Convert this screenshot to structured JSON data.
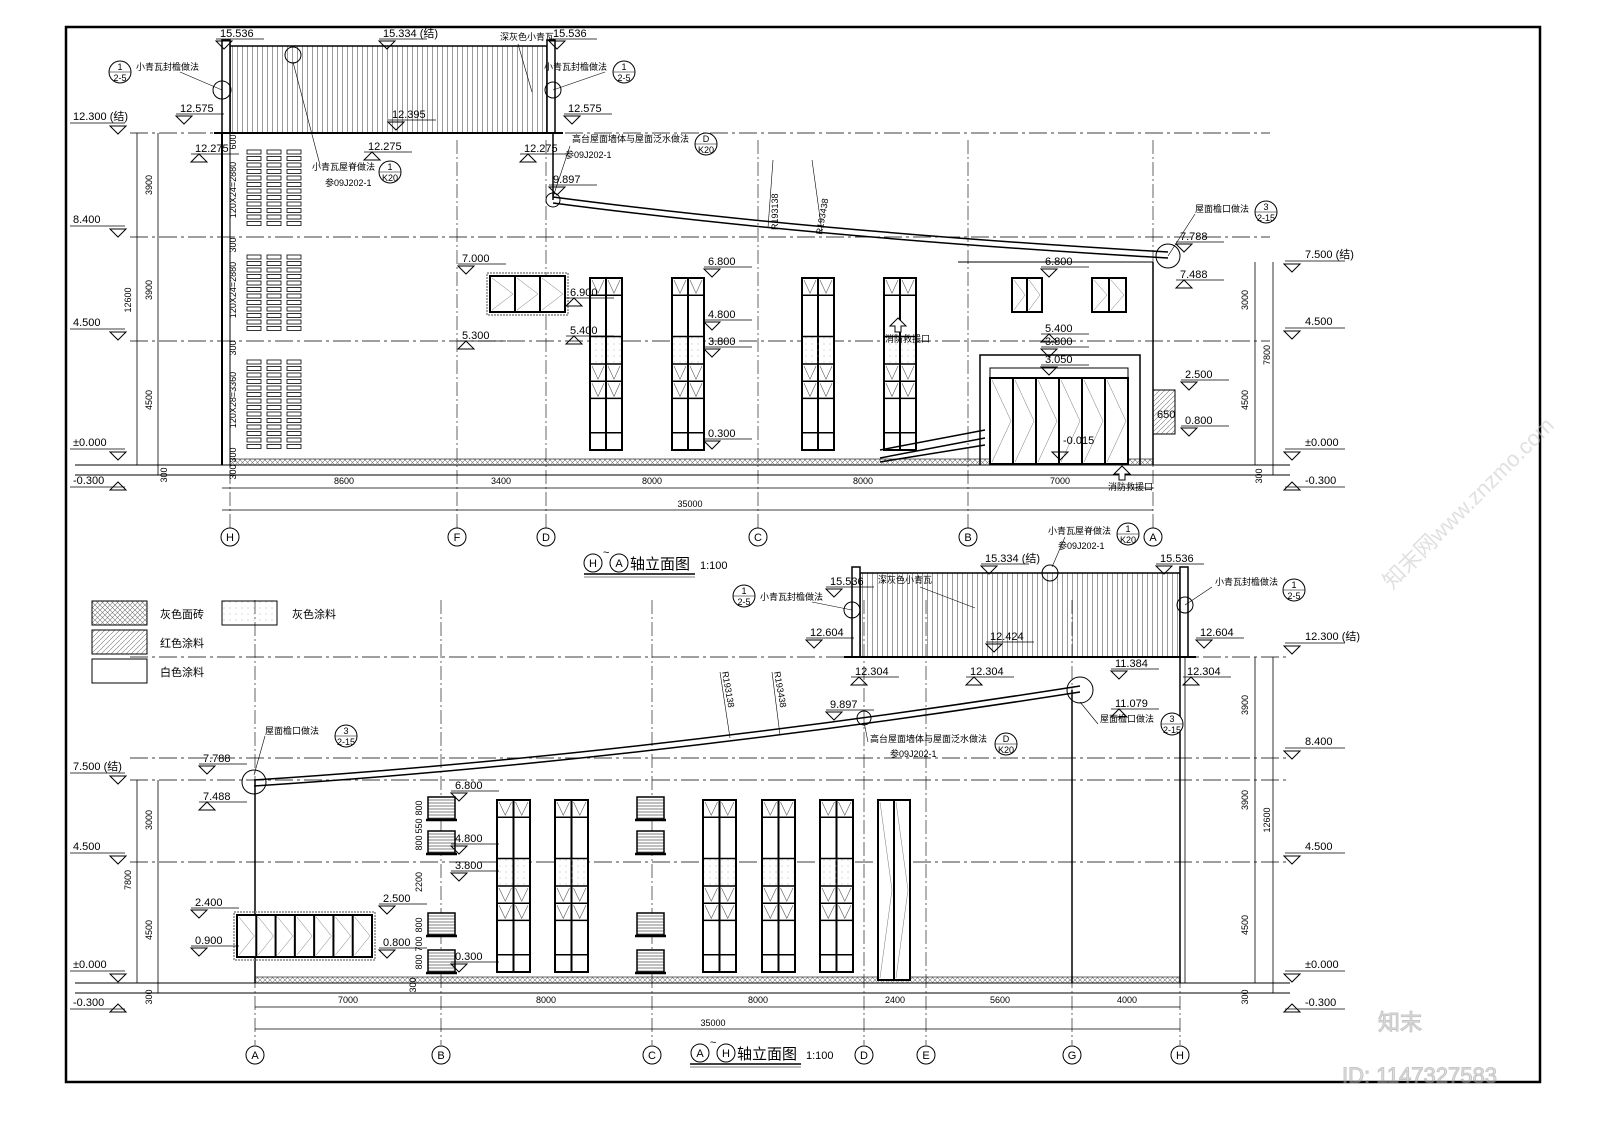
{
  "sheet": {
    "line_color": "#000000",
    "background": "#ffffff",
    "watermark_color": "#c8c8c8"
  },
  "legend": [
    {
      "label": "灰色面砖",
      "pattern": "cross-hatch"
    },
    {
      "label": "灰色涂料",
      "pattern": "dots"
    },
    {
      "label": "红色涂料",
      "pattern": "diagonal"
    },
    {
      "label": "白色涂料",
      "pattern": "blank"
    }
  ],
  "top_elevation": {
    "title_axes": [
      "H",
      "A"
    ],
    "title": "轴立面图",
    "scale": "1:100",
    "axes": [
      "H",
      "F",
      "D",
      "C",
      "B",
      "A"
    ],
    "bay_dims": [
      "8600",
      "3400",
      "8000",
      "8000",
      "7000"
    ],
    "total_dim": "35000",
    "levels_left": [
      "12.300 (结)",
      "8.400",
      "4.500",
      "±0.000",
      "-0.300"
    ],
    "levels_right": [
      "7.500 (结)",
      "4.500",
      "±0.000",
      "-0.300"
    ],
    "dims_left": [
      "3900",
      "3900",
      "4500",
      "12600",
      "300"
    ],
    "dims_right": [
      "3000",
      "4500",
      "7800",
      "300"
    ],
    "tile_dims": [
      "600",
      "120X24=2880",
      "300",
      "120X24=2880",
      "300",
      "120X28=3360",
      "300",
      "300"
    ],
    "elevation_marks": [
      "15.536",
      "15.334 (结)",
      "15.536",
      "12.575",
      "12.395",
      "12.575",
      "12.275",
      "12.275",
      "12.275",
      "9.897",
      "7.000",
      "6.900",
      "5.300",
      "5.400",
      "6.800",
      "4.800",
      "3.800",
      "0.300",
      "6.800",
      "5.400",
      "3.800",
      "3.050",
      "-0.015",
      "7.788",
      "7.488",
      "2.500",
      "0.800",
      "650"
    ],
    "radii": [
      "R193138",
      "R193438"
    ],
    "notes": [
      "深灰色小青瓦",
      "小青瓦封檐做法",
      "小青瓦封檐做法",
      "小青瓦屋脊做法",
      "参09J202-1",
      "高台屋面墙体与屋面泛水做法",
      "参09J202-1",
      "屋面檐口做法",
      "消防救援口",
      "消防救援口"
    ],
    "detail_refs": [
      [
        "1",
        "2-5"
      ],
      [
        "1",
        "2-5"
      ],
      [
        "1",
        "K20"
      ],
      [
        "D",
        "K20"
      ],
      [
        "3",
        "2-15"
      ]
    ]
  },
  "bottom_elevation": {
    "title_axes": [
      "A",
      "H"
    ],
    "title": "轴立面图",
    "scale": "1:100",
    "axes": [
      "A",
      "B",
      "C",
      "D",
      "E",
      "G",
      "H"
    ],
    "bay_dims": [
      "7000",
      "8000",
      "8000",
      "2400",
      "5600",
      "4000"
    ],
    "total_dim": "35000",
    "levels_left": [
      "7.500 (结)",
      "4.500",
      "±0.000",
      "-0.300"
    ],
    "levels_right": [
      "12.300 (结)",
      "8.400",
      "4.500",
      "±0.000",
      "-0.300"
    ],
    "dims_left": [
      "3000",
      "4500",
      "7800",
      "300"
    ],
    "dims_right": [
      "3900",
      "3900",
      "4500",
      "12600",
      "300"
    ],
    "louver_dims": [
      "800",
      "550",
      "800",
      "2200",
      "800",
      "700",
      "800",
      "300"
    ],
    "elevation_marks": [
      "15.536",
      "15.334 (结)",
      "15.536",
      "12.604",
      "12.424",
      "12.604",
      "12.304",
      "12.304",
      "12.304",
      "11.384",
      "11.079",
      "9.897",
      "7.788",
      "7.488",
      "6.800",
      "4.800",
      "3.800",
      "0.300",
      "2.400",
      "0.900",
      "2.500",
      "0.800"
    ],
    "radii": [
      "R193138",
      "R193438"
    ],
    "notes": [
      "深灰色小青瓦",
      "小青瓦屋脊做法",
      "参09J202-1",
      "小青瓦封檐做法",
      "小青瓦封檐做法",
      "屋面檐口做法",
      "高台屋面墙体与屋面泛水做法",
      "参09J202-1",
      "屋面檐口做法"
    ],
    "detail_refs": [
      [
        "1",
        "K20"
      ],
      [
        "1",
        "2-5"
      ],
      [
        "1",
        "2-5"
      ],
      [
        "3",
        "2-15"
      ],
      [
        "D",
        "K20"
      ],
      [
        "3",
        "2-15"
      ]
    ]
  },
  "watermark": {
    "brand": "知末",
    "id": "ID: 1147327583",
    "diagonal": "知末网www.znzmo.com"
  }
}
